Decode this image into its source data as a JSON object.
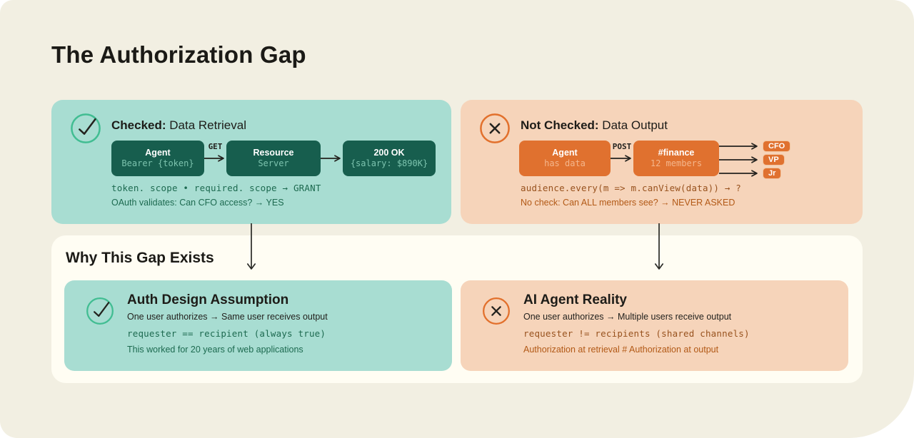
{
  "title": "The Authorization Gap",
  "checked_panel": {
    "header_bold": "Checked:",
    "header_rest": " Data Retrieval",
    "nodes": [
      {
        "title": "Agent",
        "subtitle": "Bearer {token}"
      },
      {
        "title": "Resource",
        "subtitle": "Server"
      },
      {
        "title": "200 OK",
        "subtitle": "{salary: $890K}"
      }
    ],
    "arrow1_label": "GET",
    "arrow2_label": "",
    "code_line": "token. scope • required. scope → GRANT",
    "note_line": "OAuth validates: Can CFO access? → YES"
  },
  "not_checked_panel": {
    "header_bold": "Not Checked:",
    "header_rest": " Data Output",
    "nodes": [
      {
        "title": "Agent",
        "subtitle": "has data"
      },
      {
        "title": "#finance",
        "subtitle": "12 members"
      }
    ],
    "arrow_label": "POST",
    "badges": [
      "CFO",
      "VP",
      "Jr"
    ],
    "code_line": "audience.every(m => m.canView(data)) → ?",
    "note_line": "No check: Can ALL members see? → NEVER ASKED"
  },
  "why_section": {
    "heading": "Why This Gap Exists",
    "left_card": {
      "title": "Auth Design Assumption",
      "subtitle": "One user authorizes → Same user receives output",
      "code_line": "requester == recipient (always true)",
      "note_line": "This worked for 20 years of web applications"
    },
    "right_card": {
      "title": "AI Agent Reality",
      "subtitle": "One user authorizes → Multiple users receive output",
      "code_line": "requester != recipients (shared channels)",
      "note_line": "Authorization at retrieval # Authorization at output"
    }
  },
  "colors": {
    "background": "#f2efe2",
    "card_cream": "#fffdf3",
    "teal_panel": "#a8ddd2",
    "teal_dark_node": "#175e4e",
    "teal_accent": "#41bd92",
    "teal_text": "#1d6a50",
    "peach_panel": "#f6d4ba",
    "orange_node": "#e0712f",
    "orange_accent": "#e2702c",
    "brown_code_text": "#98521e",
    "orange_note_text": "#b25916",
    "ink": "#1d1c18"
  }
}
